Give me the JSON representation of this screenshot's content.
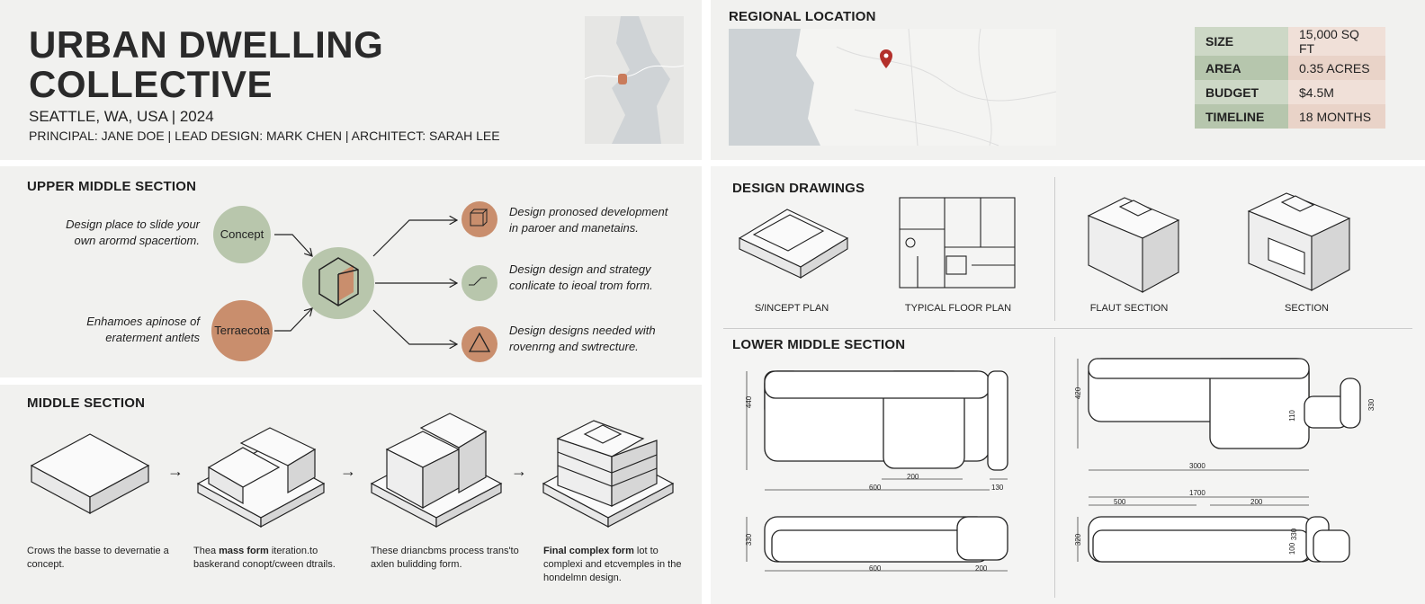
{
  "header": {
    "title_line1": "URBAN DWELLING",
    "title_line2": "COLLECTIVE",
    "location": "SEATTLE, WA, USA  | 2024",
    "credits": "PRINCIPAL: JANE DOE |  LEAD DESIGN: MARK CHEN  | ARCHITECT: SARAH LEE"
  },
  "regional": {
    "title": "REGIONAL LOCATION",
    "pin_icon": "map-pin-icon"
  },
  "stats": [
    {
      "key": "SIZE",
      "value": "15,000 SQ FT"
    },
    {
      "key": "AREA",
      "value": "0.35 ACRES"
    },
    {
      "key": "BUDGET",
      "value": "$4.5M"
    },
    {
      "key": "TIMELINE",
      "value": "18 MONTHS"
    }
  ],
  "upper": {
    "title": "UPPER MIDDLE SECTION",
    "inputs": [
      {
        "label": "Concept",
        "text": "Design place to slide your own arormd spacertiom."
      },
      {
        "label": "Terraecota",
        "text": "Enhamoes apinose of eraterment antlets"
      }
    ],
    "outputs": [
      {
        "icon": "cube-icon",
        "text": "Design pronosed development in paroer and manetains."
      },
      {
        "icon": "slope-icon",
        "text": "Design design and strategy conlicate to ieoal trom form."
      },
      {
        "icon": "triangle-icon",
        "text": "Design designs needed with rovenrng and swtrecture."
      }
    ]
  },
  "middle": {
    "title": "MIDDLE SECTION",
    "steps": [
      {
        "pre": "Crows the basse to devernatie a concept.",
        "bold": "",
        "post": ""
      },
      {
        "pre": "Thea",
        "bold": "mass form",
        "post": "iteration.to baskerand conopt/cween dtrails."
      },
      {
        "pre": "These driancbms process trans'to axlen bulidding form.",
        "bold": "",
        "post": ""
      },
      {
        "pre": "",
        "bold": "Final complex form",
        "post": "lot to complexi and etcvemples in the hondelmn design."
      }
    ],
    "arrow": "→"
  },
  "drawings": {
    "title": "DESIGN DRAWINGS",
    "labels": [
      "S/INCEPT PLAN",
      "TYPICAL FLOOR PLAN",
      "FLAUT SECTION",
      "SECTION"
    ]
  },
  "lower": {
    "title": "LOWER MIDDLE SECTION",
    "dims_left": {
      "h1": "440",
      "w_chaise": "200",
      "w_total": "600",
      "side": "130",
      "h2": "330",
      "w2": "600",
      "w3": "200"
    },
    "dims_right": {
      "h1": "420",
      "w_total": "3000",
      "chair_h": "110",
      "chair_H": "330",
      "top": "1700",
      "a": "500",
      "b": "200",
      "h2": "320",
      "h3": "100",
      "h4": "330"
    }
  }
}
